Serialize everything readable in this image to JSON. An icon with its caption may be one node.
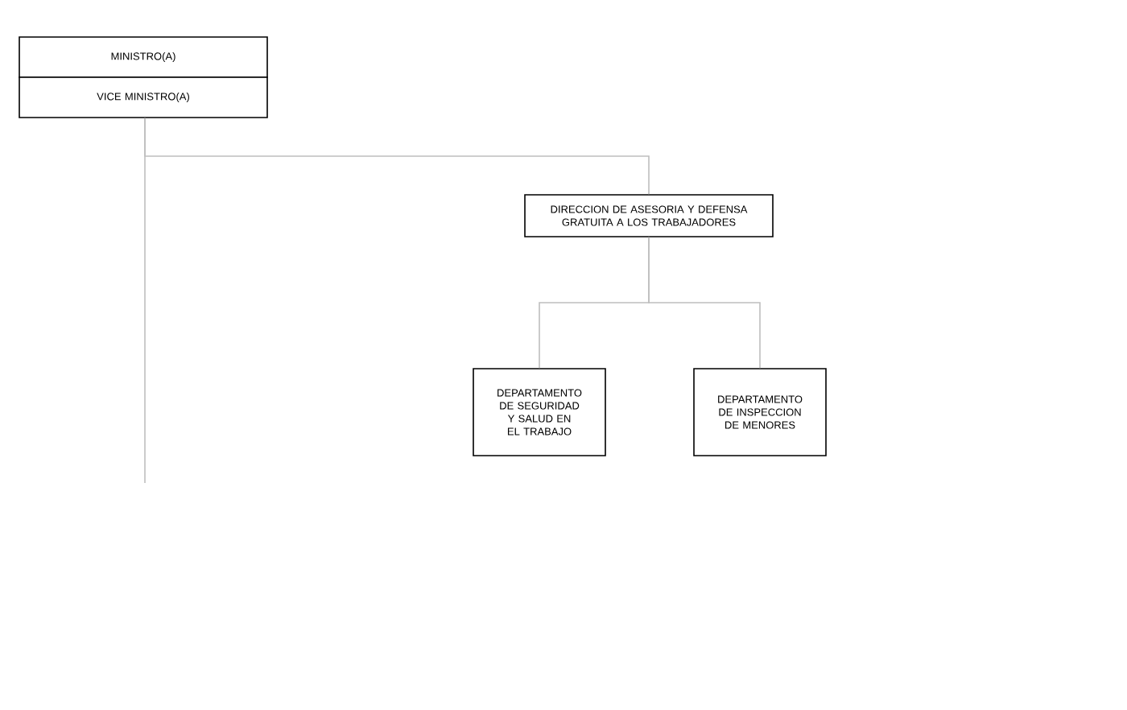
{
  "diagram": {
    "nodes": [
      {
        "text": [
          "MINISTRO(A)"
        ]
      },
      {
        "text": [
          "VICE MINISTRO(A)"
        ]
      },
      {
        "text": [
          "DIRECCION DE ASESORIA Y DEFENSA GRATUITA A LOS TRABAJADORES"
        ]
      },
      {
        "text": [
          "DEPARTAMENTO DE SEGURIDAD Y SALUD EN EL TRABAJO"
        ]
      },
      {
        "text": [
          "DEPARTAMENTO DE INSPECCION DE MENORES"
        ]
      }
    ],
    "edges": [
      {
        "from": 1,
        "to": 2,
        "arrow": "none"
      },
      {
        "from": 2,
        "to": 3,
        "arrow": "none"
      },
      {
        "from": 2,
        "to": 4,
        "arrow": "none"
      },
      {
        "from": 1,
        "to": null,
        "arrow": "none"
      }
    ]
  }
}
